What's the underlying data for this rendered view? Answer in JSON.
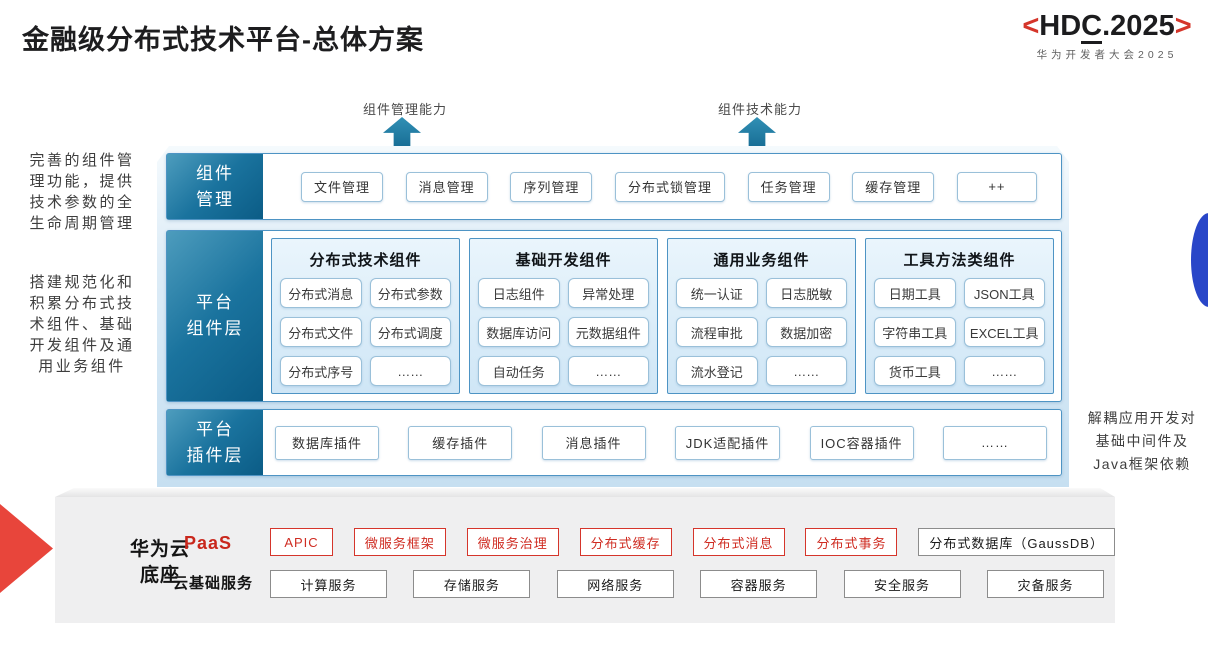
{
  "page": {
    "title": "金融级分布式技术平台-总体方案"
  },
  "logo": {
    "bracket_left": "<",
    "hd": "HD",
    "c": "C",
    "rest": ".2025",
    "bracket_right": ">",
    "subtitle": "华为开发者大会2025"
  },
  "capabilities": {
    "left": "组件管理能力",
    "right": "组件技术能力"
  },
  "notes": {
    "left_top": "完善的组件管\n理功能，提供\n技术参数的全\n生命周期管理",
    "left_bottom": "搭建规范化和\n积累分布式技\n术组件、基础\n开发组件及通\n用业务组件",
    "right": "解耦应用开发对\n基础中间件及\nJava框架依赖"
  },
  "diagram": {
    "management": {
      "label": "组件\n管理",
      "items": [
        "文件管理",
        "消息管理",
        "序列管理",
        "分布式锁管理",
        "任务管理",
        "缓存管理",
        "++"
      ]
    },
    "platform_components": {
      "label": "平台\n组件层",
      "columns": [
        {
          "title": "分布式技术组件",
          "cells": [
            "分布式消息",
            "分布式参数",
            "分布式文件",
            "分布式调度",
            "分布式序号",
            "……"
          ]
        },
        {
          "title": "基础开发组件",
          "cells": [
            "日志组件",
            "异常处理",
            "数据库访问",
            "元数据组件",
            "自动任务",
            "……"
          ]
        },
        {
          "title": "通用业务组件",
          "cells": [
            "统一认证",
            "日志脱敏",
            "流程审批",
            "数据加密",
            "流水登记",
            "……"
          ]
        },
        {
          "title": "工具方法类组件",
          "cells": [
            "日期工具",
            "JSON工具",
            "字符串工具",
            "EXCEL工具",
            "货币工具",
            "……"
          ]
        }
      ]
    },
    "platform_plugins": {
      "label": "平台\n插件层",
      "items": [
        "数据库插件",
        "缓存插件",
        "消息插件",
        "JDK适配插件",
        "IOC容器插件",
        "……"
      ]
    }
  },
  "foundation": {
    "label": "华为云\n底座",
    "paas_label": "PaaS",
    "paas_items": [
      "APIC",
      "微服务框架",
      "微服务治理",
      "分布式缓存",
      "分布式消息",
      "分布式事务",
      "分布式数据库（GaussDB）"
    ],
    "cloud_label": "云基础服务",
    "cloud_items": [
      "计算服务",
      "存储服务",
      "网络服务",
      "容器服务",
      "安全服务",
      "灾备服务"
    ]
  },
  "colors": {
    "label_teal_dark": "#0b5c86",
    "label_teal_light": "#4d9cbd",
    "row_border": "#4e94c4",
    "cell_border": "#9ac0d9",
    "arrow_teal": "#13678f",
    "accent_red": "#d5352b",
    "hdc_red": "#d5352a",
    "circle_blue": "#2946c8",
    "slab_gray": "#efeff0"
  }
}
